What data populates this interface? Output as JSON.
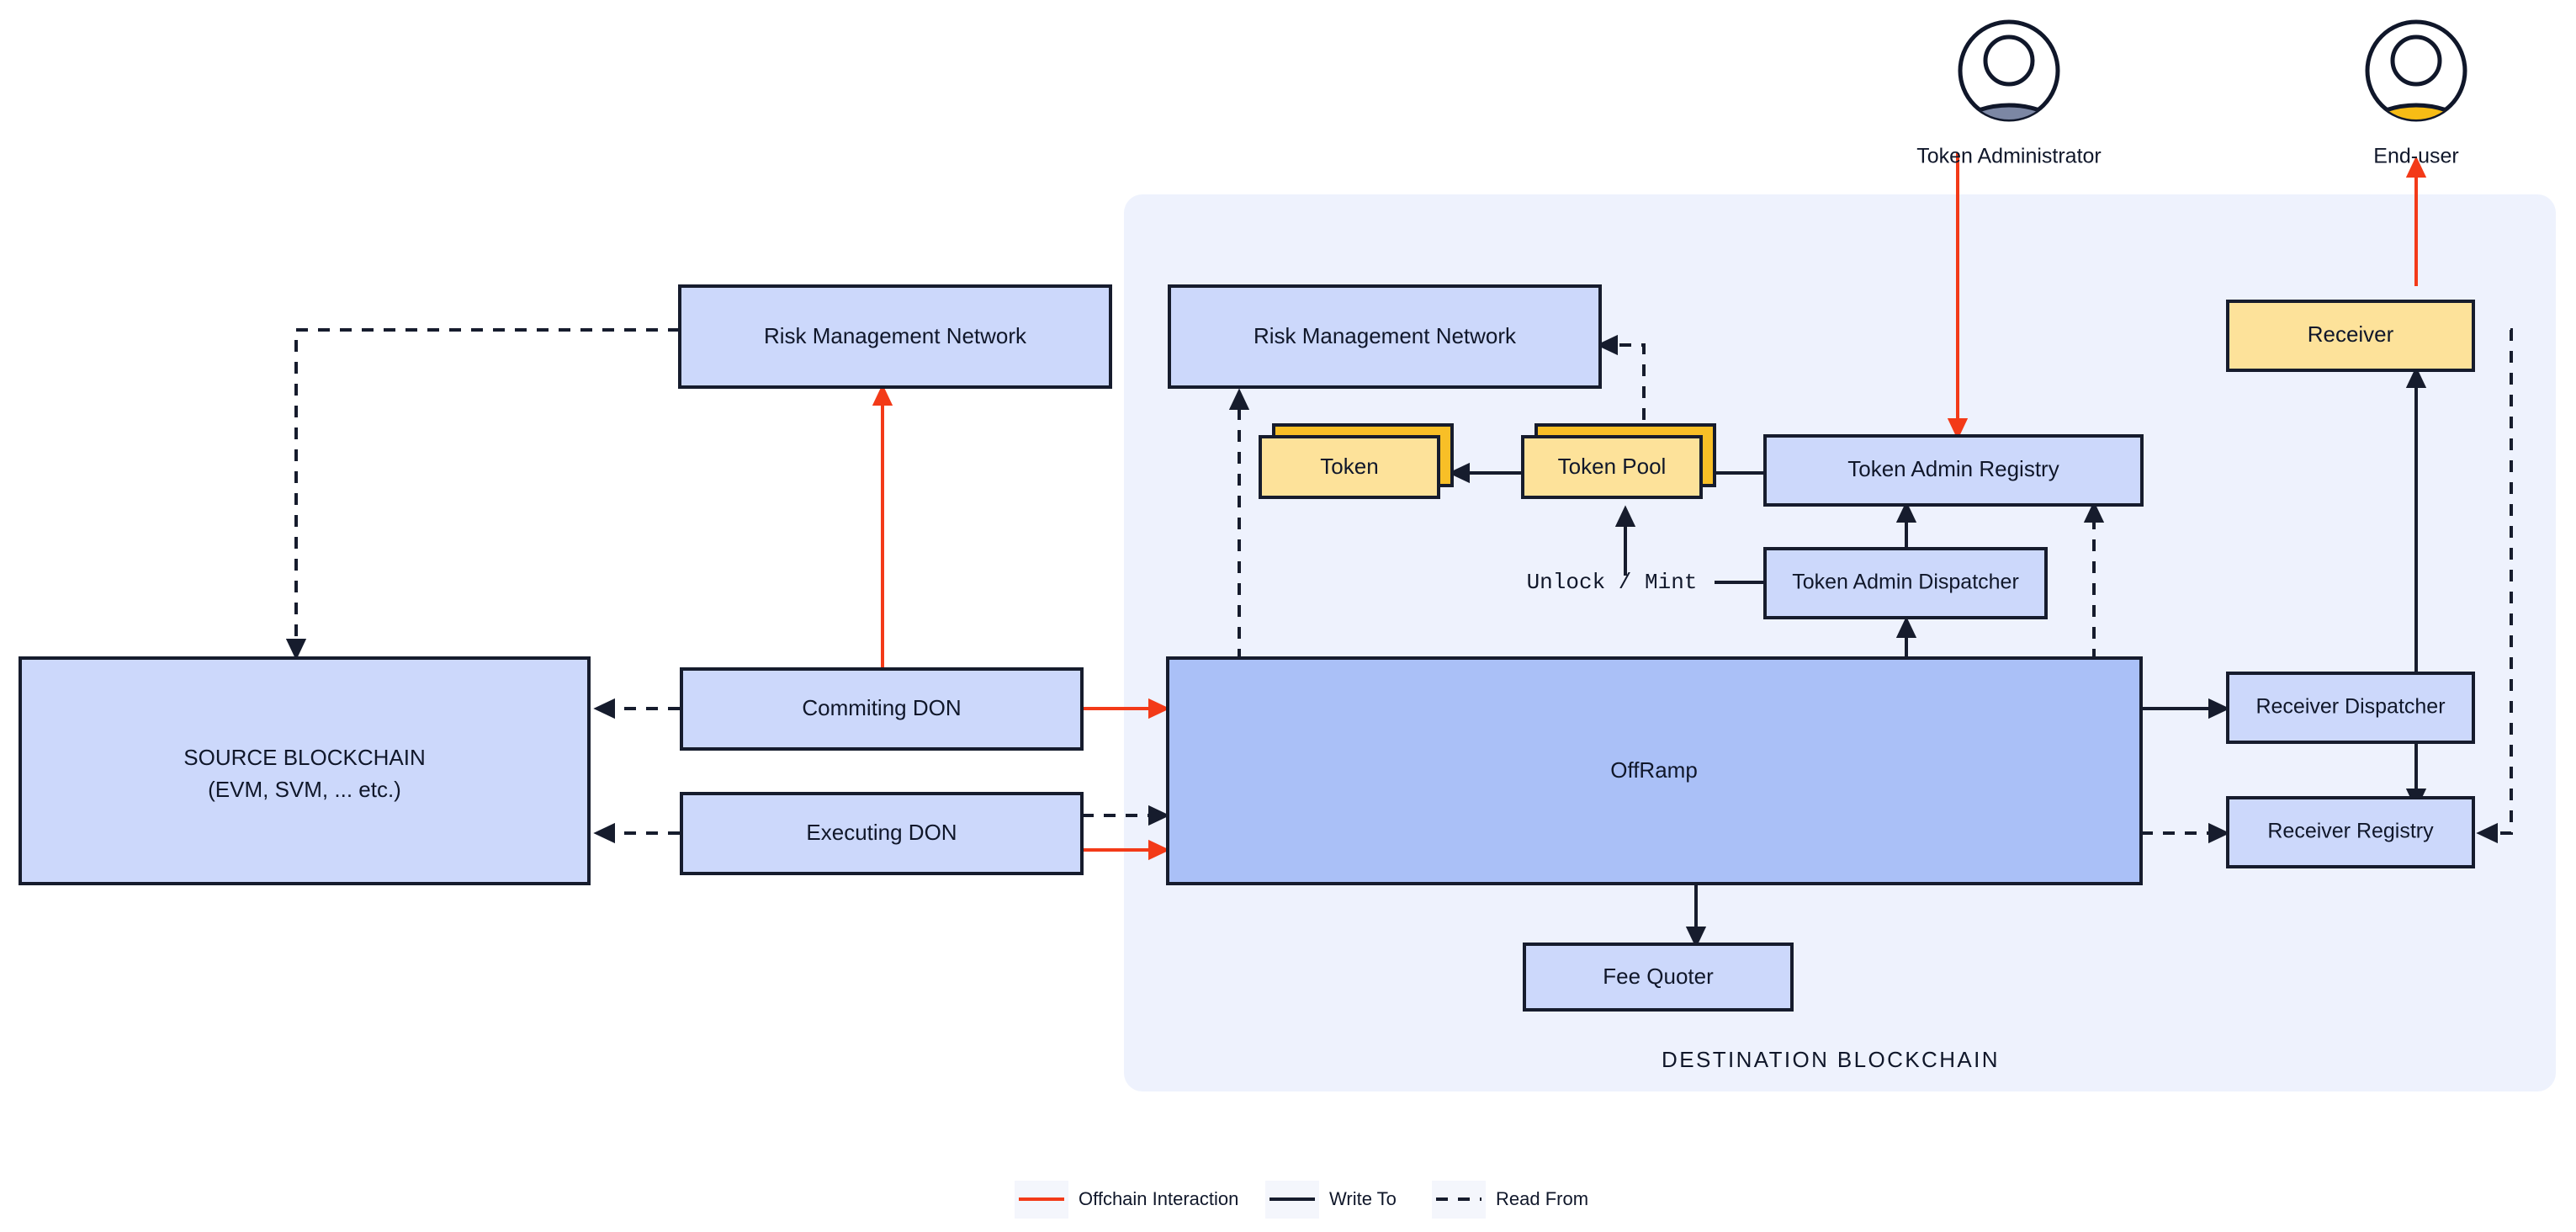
{
  "diagram": {
    "title_hidden": "",
    "colors": {
      "box_blue": "#ccd8fb",
      "box_blue_dark": "#aac0f7",
      "box_yellow": "#fde29a",
      "box_yellow_shadow": "#f8bf27",
      "stroke": "#161c2d",
      "offchain_red": "#f33a18",
      "region_fill": "#eef2fd",
      "admin_avatar_body": "#7c87a4",
      "enduser_avatar_body": "#f7bc15",
      "canvas": "#ffffff"
    }
  },
  "actors": [
    {
      "id": "token-administrator",
      "label": "Token Administrator",
      "body_color": "#7c87a4"
    },
    {
      "id": "end-user",
      "label": "End-user",
      "body_color": "#f7bc15"
    }
  ],
  "regions": [
    {
      "id": "destination-blockchain",
      "label": "DESTINATION BLOCKCHAIN"
    }
  ],
  "nodes": [
    {
      "id": "risk-management-network-source",
      "label": "Risk Management Network",
      "style": "blue"
    },
    {
      "id": "source-blockchain",
      "label": "SOURCE BLOCKCHAIN\n(EVM, SVM, ... etc.)",
      "line1": "SOURCE BLOCKCHAIN",
      "line2": "(EVM, SVM, ... etc.)",
      "style": "blue"
    },
    {
      "id": "commiting-don",
      "label": "Commiting DON",
      "style": "blue"
    },
    {
      "id": "executing-don",
      "label": "Executing DON",
      "style": "blue"
    },
    {
      "id": "risk-management-network-dest",
      "label": "Risk Management Network",
      "style": "blue"
    },
    {
      "id": "token",
      "label": "Token",
      "style": "yellow-stacked"
    },
    {
      "id": "token-pool",
      "label": "Token Pool",
      "style": "yellow-stacked"
    },
    {
      "id": "token-admin-registry",
      "label": "Token Admin Registry",
      "style": "blue"
    },
    {
      "id": "token-admin-dispatcher",
      "label": "Token Admin Dispatcher",
      "style": "blue"
    },
    {
      "id": "offramp",
      "label": "OffRamp",
      "style": "blue-dark"
    },
    {
      "id": "fee-quoter",
      "label": "Fee Quoter",
      "style": "blue"
    },
    {
      "id": "receiver",
      "label": "Receiver",
      "style": "yellow"
    },
    {
      "id": "receiver-dispatcher",
      "label": "Receiver Dispatcher",
      "style": "blue"
    },
    {
      "id": "receiver-registry",
      "label": "Receiver Registry",
      "style": "blue"
    }
  ],
  "edge_labels": [
    {
      "id": "unlock-mint",
      "label": "Unlock / Mint",
      "font": "mono"
    }
  ],
  "legend": {
    "items": [
      {
        "id": "offchain-interaction",
        "label": "Offchain Interaction",
        "line_style": "solid",
        "color": "#f33a18"
      },
      {
        "id": "write-to",
        "label": "Write To",
        "line_style": "solid",
        "color": "#161c2d"
      },
      {
        "id": "read-from",
        "label": "Read From",
        "line_style": "dashed",
        "color": "#161c2d"
      }
    ]
  }
}
